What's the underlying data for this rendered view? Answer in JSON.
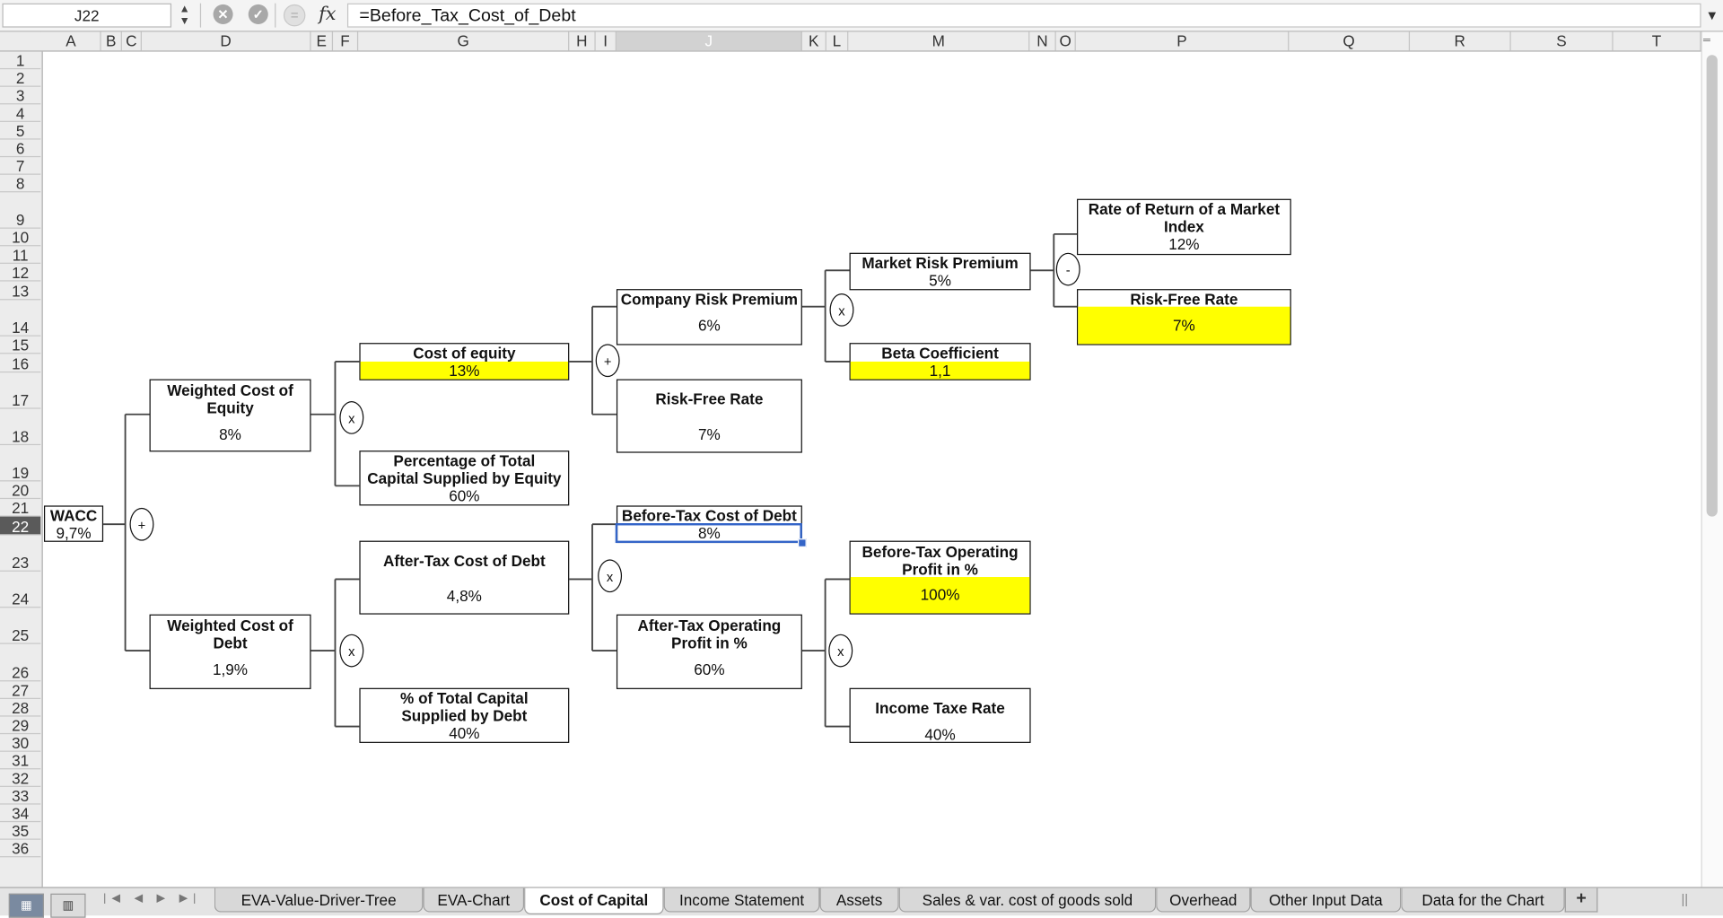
{
  "formula_bar": {
    "name_box": "J22",
    "formula": "=Before_Tax_Cost_of_Debt",
    "fx_label": "fx"
  },
  "columns": [
    "A",
    "B",
    "C",
    "D",
    "E",
    "F",
    "G",
    "H",
    "I",
    "J",
    "K",
    "L",
    "M",
    "N",
    "O",
    "P",
    "Q",
    "R",
    "S",
    "T"
  ],
  "selected_column": "J",
  "rows": [
    "1",
    "2",
    "3",
    "4",
    "5",
    "6",
    "7",
    "8",
    "9",
    "10",
    "11",
    "12",
    "13",
    "14",
    "15",
    "16",
    "17",
    "18",
    "19",
    "20",
    "21",
    "22",
    "23",
    "24",
    "25",
    "26",
    "27",
    "28",
    "29",
    "30",
    "31",
    "32",
    "33",
    "34",
    "35",
    "36"
  ],
  "selected_row": "22",
  "tree": {
    "wacc": {
      "label": "WACC",
      "value": "9,7%"
    },
    "weighted_cost_equity": {
      "label": "Weighted Cost of Equity",
      "value": "8%"
    },
    "weighted_cost_debt": {
      "label": "Weighted Cost of Debt",
      "value": "1,9%"
    },
    "cost_of_equity": {
      "label": "Cost of equity",
      "value": "13%"
    },
    "pct_capital_equity": {
      "label": "Percentage of Total Capital Supplied by Equity",
      "value": "60%"
    },
    "after_tax_cost_debt": {
      "label": "After-Tax Cost of Debt",
      "value": "4,8%"
    },
    "pct_capital_debt": {
      "label": "% of Total Capital Supplied by Debt",
      "value": "40%"
    },
    "company_risk_premium": {
      "label": "Company Risk Premium",
      "value": "6%"
    },
    "risk_free_rate_1": {
      "label": "Risk-Free Rate",
      "value": "7%"
    },
    "before_tax_cost_debt": {
      "label": "Before-Tax Cost of Debt",
      "value": "8%"
    },
    "after_tax_operating_profit": {
      "label": "After-Tax Operating Profit in %",
      "value": "60%"
    },
    "market_risk_premium": {
      "label": "Market Risk Premium",
      "value": "5%"
    },
    "beta_coefficient": {
      "label": "Beta Coefficient",
      "value": "1,1"
    },
    "before_tax_operating_profit": {
      "label": "Before-Tax Operating Profit in %",
      "value": "100%"
    },
    "income_tax_rate": {
      "label": "Income Taxe Rate",
      "value": "40%"
    },
    "rate_return_market": {
      "label": "Rate of Return of a Market Index",
      "value": "12%"
    },
    "risk_free_rate_2": {
      "label": "Risk-Free Rate",
      "value": "7%"
    }
  },
  "operators": {
    "plus": "+",
    "times": "x",
    "minus": "-"
  },
  "sheet_tabs": [
    "EVA-Value-Driver-Tree",
    "EVA-Chart",
    "Cost of Capital",
    "Income Statement",
    "Assets",
    "Sales & var. cost of goods sold",
    "Overhead",
    "Other Input Data",
    "Data for the Chart"
  ],
  "active_tab": "Cost of Capital",
  "add_tab_label": "+",
  "colors": {
    "highlight": "#ffff00",
    "selection": "#3465c8"
  }
}
